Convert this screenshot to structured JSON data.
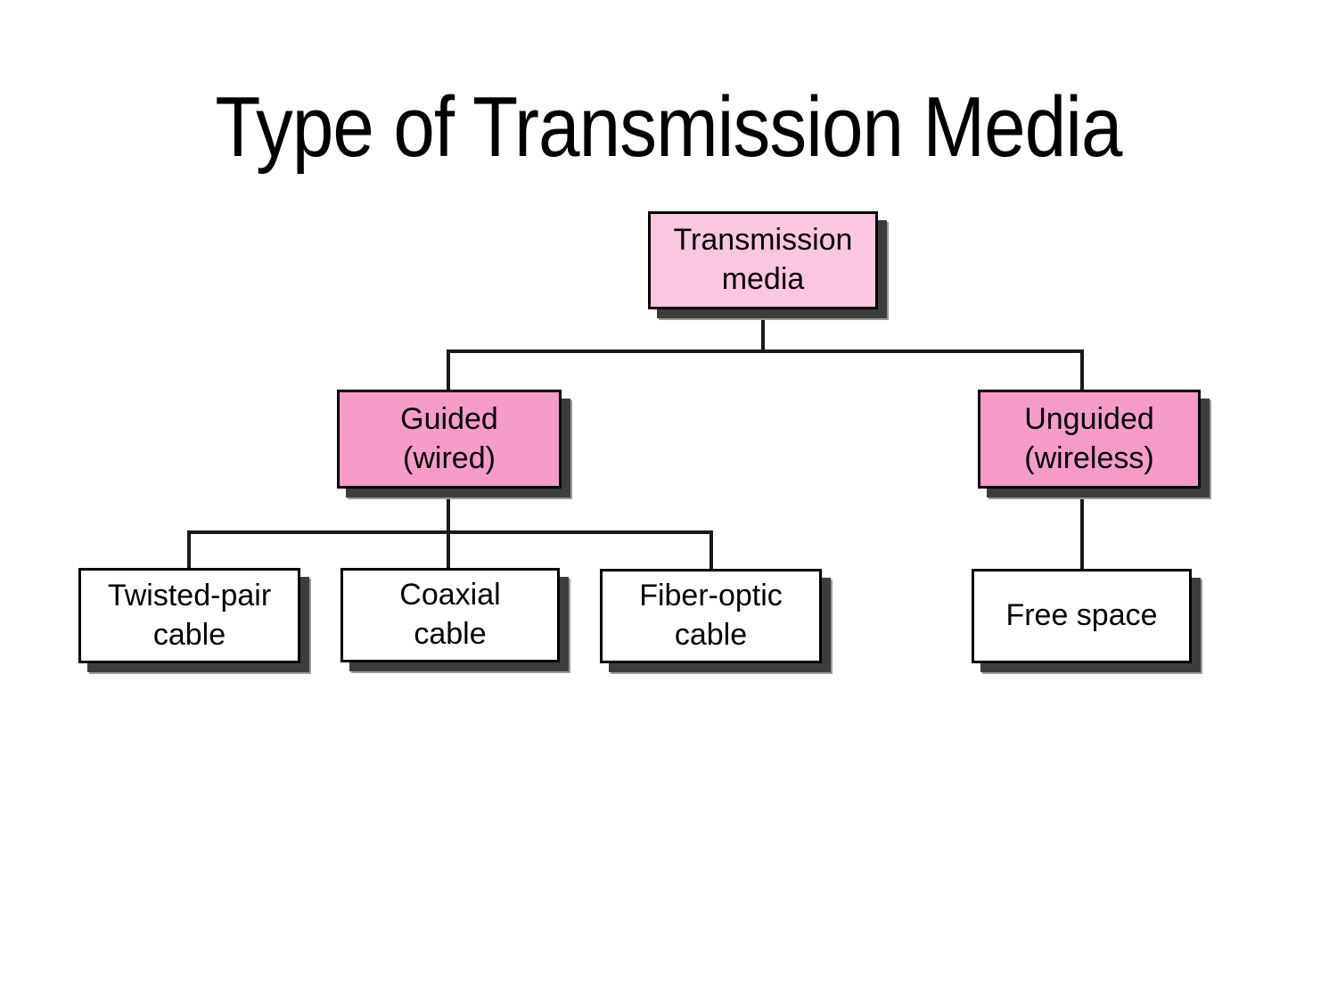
{
  "title": "Type of Transmission Media",
  "colors": {
    "title_color": "#000000",
    "root_fill": "#F9C8E0",
    "branch_fill": "#F79BC9",
    "leaf_fill": "#FFFFFF",
    "line_color": "#1A1A1A",
    "shadow_color": "#3D3D3D"
  },
  "diagram": {
    "root": {
      "label": "Transmission\nmedia"
    },
    "branches": {
      "guided": {
        "label": "Guided\n(wired)"
      },
      "unguided": {
        "label": "Unguided\n(wireless)"
      }
    },
    "leaves": {
      "twisted_pair": {
        "label": "Twisted-pair\ncable"
      },
      "coaxial": {
        "label": "Coaxial\ncable"
      },
      "fiber_optic": {
        "label": "Fiber-optic\ncable"
      },
      "free_space": {
        "label": "Free space"
      }
    }
  }
}
